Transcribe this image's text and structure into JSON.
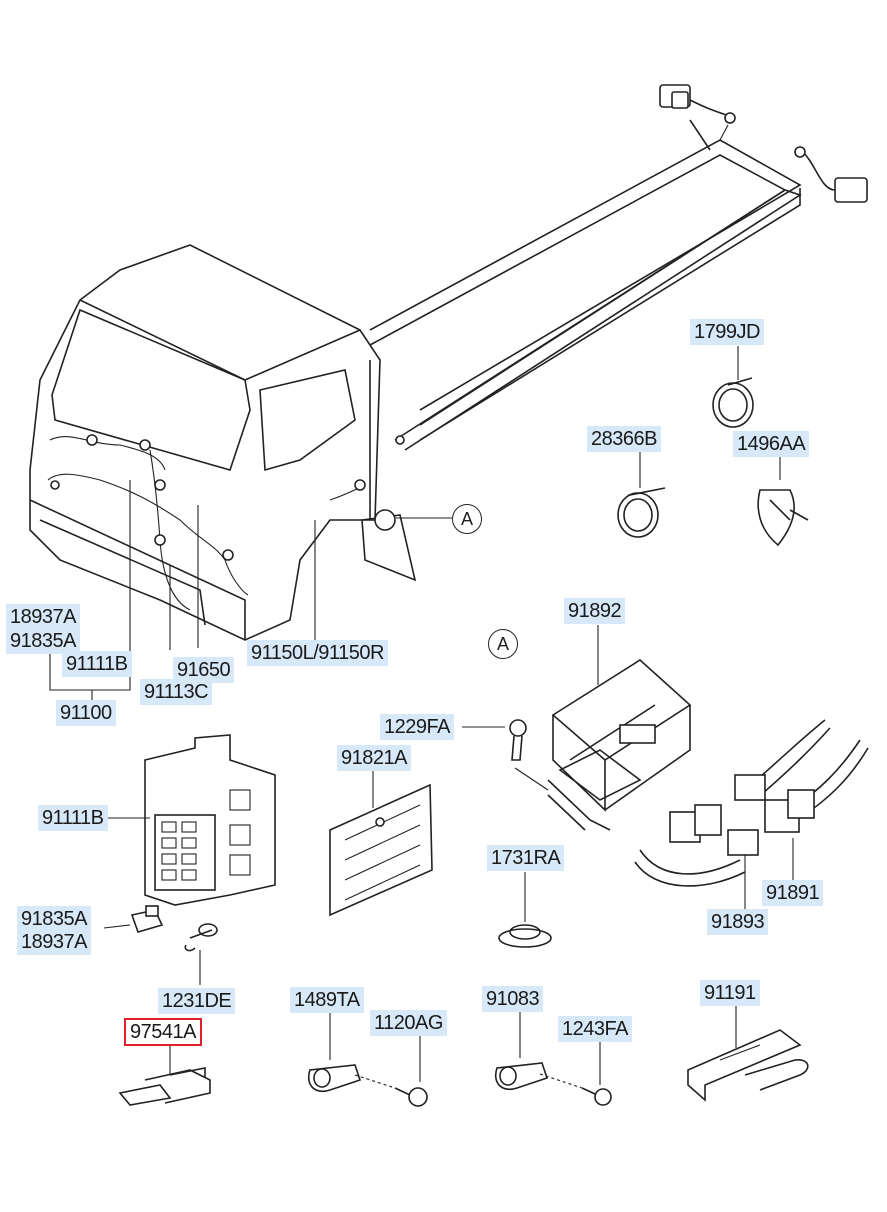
{
  "callouts": {
    "c_18937A_top": "18937A",
    "c_91835A_top": "91835A",
    "c_91111B_top": "91111B",
    "c_91100": "91100",
    "c_91650": "91650",
    "c_91113C": "91113C",
    "c_91150": "91150L/91150R",
    "c_1799JD": "1799JD",
    "c_28366B": "28366B",
    "c_1496AA": "1496AA",
    "c_91892": "91892",
    "c_1229FA": "1229FA",
    "c_91821A": "91821A",
    "c_91111B_mid": "91111B",
    "c_1731RA": "1731RA",
    "c_91891": "91891",
    "c_91893": "91893",
    "c_91835A_bot": "91835A",
    "c_18937A_bot": "18937A",
    "c_1231DE": "1231DE",
    "c_97541A": "97541A",
    "c_1489TA": "1489TA",
    "c_1120AG": "1120AG",
    "c_91083": "91083",
    "c_1243FA": "1243FA",
    "c_91191": "91191"
  },
  "ref_marks": {
    "a1": "A",
    "a2": "A"
  },
  "colors": {
    "label_bg": "#d7e8f8",
    "highlight_border": "#e0202a",
    "line": "#222222"
  }
}
